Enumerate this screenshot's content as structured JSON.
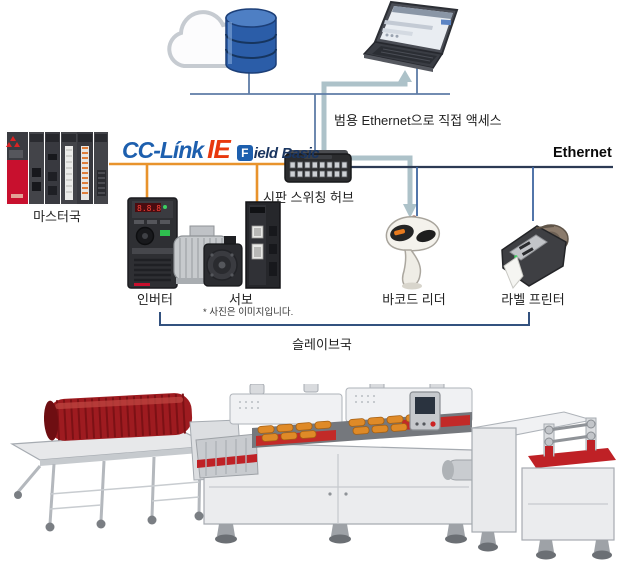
{
  "diagram": {
    "title_logo": "CC-Link IE Field Basic network diagram",
    "labels": {
      "access": "범용 Ethernet으로 직접 액세스",
      "ethernet": "Ethernet",
      "master": "마스터국",
      "hub": "시판 스위칭 허브",
      "inverter": "인버터",
      "servo": "서보",
      "photo_note": "* 사진은 이미지입니다.",
      "barcode_reader": "바코드 리더",
      "label_printer": "라벨 프린터",
      "slave": "슬레이브국"
    },
    "logo": {
      "cclink": "CC-Línk",
      "ie": "IE",
      "f": "F",
      "ield": "ield",
      "basic": "Basic"
    },
    "icons": {
      "cloud": "cloud-icon",
      "database": "database-icon",
      "laptop": "laptop-icon",
      "plc": "plc-master-station-icon",
      "hub": "switch-hub-icon",
      "inverter": "inverter-with-motor-icon",
      "servo": "servo-amplifier-with-motor-icon",
      "barcode": "barcode-reader-icon",
      "printer": "label-printer-icon",
      "machine": "production-line-machine-image"
    },
    "colors": {
      "cclink_blue": "#1D5FAE",
      "ie_red": "#E8380D",
      "logo_navy": "#1A3560",
      "cclink_line_orange": "#E8932C",
      "network_line_blue": "#5E7CA6",
      "ethernet_line": "#2C3A54",
      "access_path_gray": "#ADC2C9",
      "bracket_navy": "#33527F",
      "machine_red": "#A31F24"
    }
  }
}
